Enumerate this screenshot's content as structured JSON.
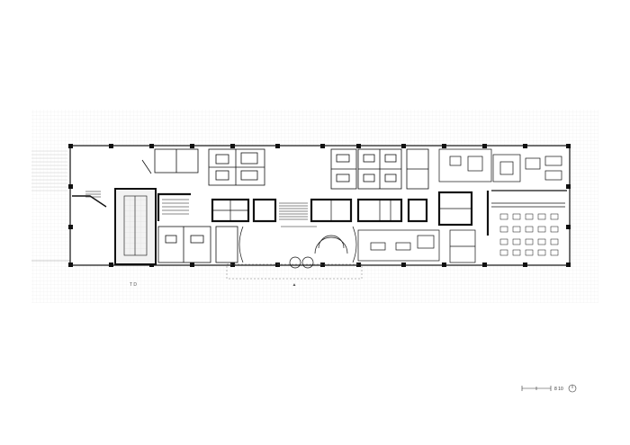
{
  "drawing": {
    "type": "architectural-floor-plan",
    "background": "#ffffff",
    "line_color": "#111111",
    "hatch_color": "#e4e4e4",
    "landscape_color": "#cfcfcf"
  },
  "annotations": {
    "left_markers": "T  D",
    "entrance_marker": "▲"
  },
  "scale_bar": {
    "label": "8 10",
    "north_arrow": "north-arrow-icon"
  }
}
